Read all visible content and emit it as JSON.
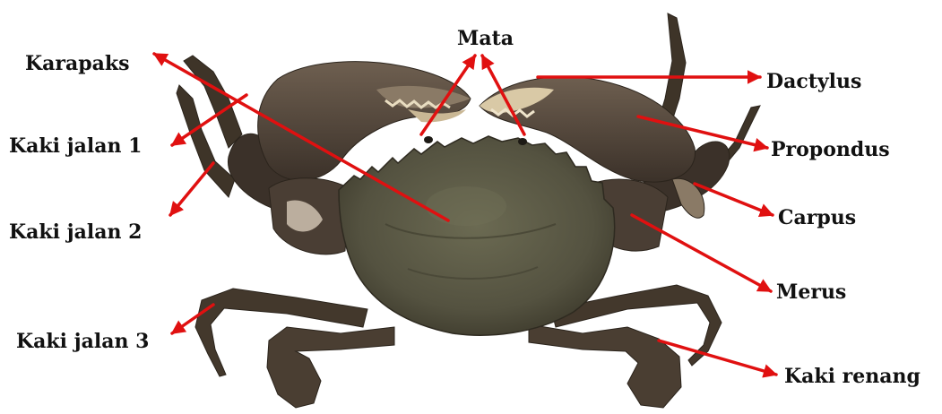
{
  "labels": {
    "karapaks": "Karapaks",
    "mata": "Mata",
    "dactylus": "Dactylus",
    "kaki_jalan_1": "Kaki jalan 1",
    "propondus": "Propondus",
    "kaki_jalan_2": "Kaki jalan 2",
    "carpus": "Carpus",
    "merus": "Merus",
    "kaki_jalan_3": "Kaki jalan 3",
    "kaki_renang": "Kaki renang"
  },
  "colors": {
    "arrow": "#e01010",
    "label_text": "#111111",
    "shell": "#5c5a44",
    "shell_dark": "#3a3226",
    "claw": "#4a3e34",
    "claw_light": "#8a7a66",
    "claw_tip": "#d9c9a6",
    "leg": "#3e3428"
  }
}
